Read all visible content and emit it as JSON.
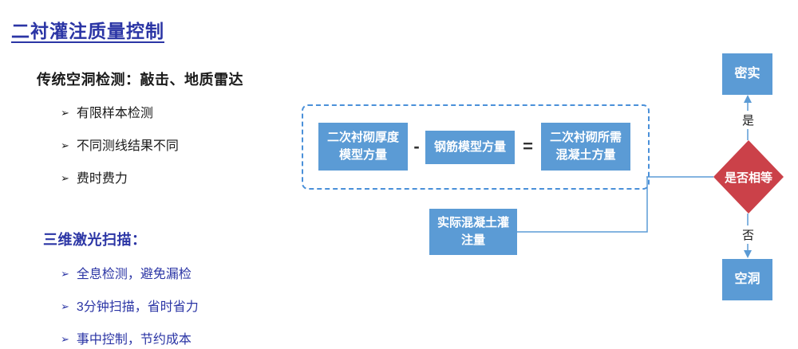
{
  "title": "二衬灌注质量控制",
  "left": {
    "glyph": "➢",
    "heading1": "传统空洞检测：敲击、地质雷达",
    "bullets1": [
      "有限样本检测",
      "不同测线结果不同",
      "费时费力"
    ],
    "heading2": "三维激光扫描：",
    "bullets2": [
      "全息检测，避免漏检",
      "3分钟扫描，省时省力",
      "事中控制，节约成本"
    ]
  },
  "flow": {
    "box_thickness": "二次衬砌厚度模型方量",
    "op_minus": "-",
    "box_rebar": "钢筋模型方量",
    "op_equals": "=",
    "box_required": "二次衬砌所需混凝土方量",
    "box_actual": "实际混凝土灌注量",
    "diamond_label": "是否相等",
    "label_yes": "是",
    "label_no": "否",
    "box_dense": "密实",
    "box_void": "空洞"
  },
  "colors": {
    "title_blue": "#2B35A5",
    "box_blue": "#5B9BD5",
    "diamond_red": "#CB4149",
    "connector_blue": "#5B9BD5",
    "dashed_border_blue": "#4A90D9",
    "text_black": "#1A1A1A"
  }
}
